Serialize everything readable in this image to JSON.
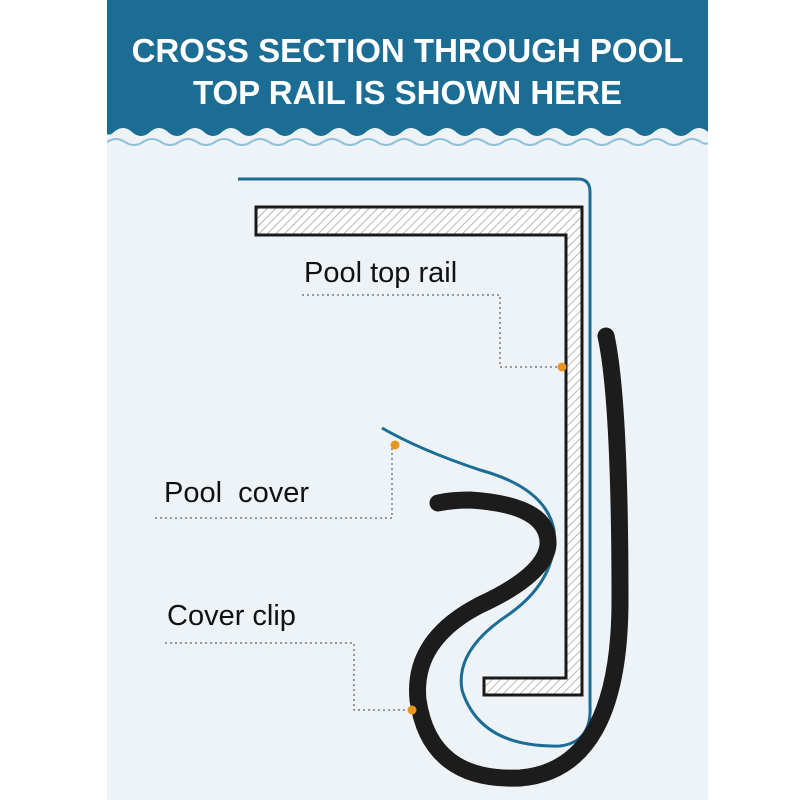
{
  "title": {
    "line1": "CROSS SECTION THROUGH POOL",
    "line2": "TOP RAIL IS SHOWN HERE"
  },
  "labels": {
    "top_rail": "Pool top rail",
    "cover": "Pool  cover",
    "clip": "Cover clip"
  },
  "colors": {
    "banner": "#1b6d94",
    "cover_line": "#1b6d94",
    "clip": "#1c1c1c",
    "marker": "#e8961e",
    "background": "#eef3f7"
  }
}
